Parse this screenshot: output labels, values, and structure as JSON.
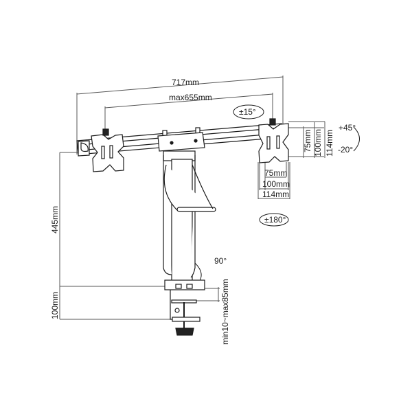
{
  "diagram": {
    "subject": "Dual monitor desk mount with pole and clamp",
    "dimensions": {
      "overall_width": "717mm",
      "max_vesa_center_span": "max655mm",
      "vesa_inner_h": "75mm",
      "vesa_mid_h": "100mm",
      "vesa_outer_h": "114mm",
      "vesa_inner_v": "75mm",
      "vesa_mid_v": "100mm",
      "vesa_outer_v": "114mm",
      "height_above_desk": "445mm",
      "clamp_depth": "100mm",
      "desk_thickness": "min10~max85mm"
    },
    "rotations": {
      "swivel": "±15°",
      "tilt_up": "+45°",
      "tilt_down": "-20°",
      "rotate": "±180°",
      "arm_swivel": "90°"
    },
    "colors": {
      "line": "#1a1a1a",
      "dim_line": "#555555",
      "fill": "#ffffff",
      "knob": "#222222"
    }
  }
}
